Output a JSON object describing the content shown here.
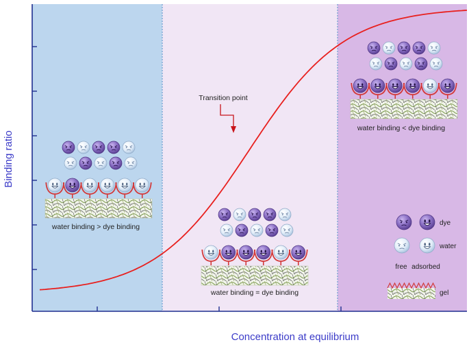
{
  "x_axis_title": "Concentration at equilibrium",
  "y_axis_title": "Binding ratio",
  "annotation": "Transition point",
  "zones": [
    {
      "caption": "water binding > dye binding",
      "color": "#bcd6ee",
      "dye_rows": [
        [
          1,
          0,
          1,
          1,
          0
        ],
        [
          0,
          1,
          0,
          1,
          0
        ]
      ],
      "surface": [
        0,
        1,
        0,
        0,
        0,
        0
      ]
    },
    {
      "caption": "water binding = dye binding",
      "color": "#f1e6f5",
      "dye_rows": [
        [
          1,
          0,
          1,
          1,
          0
        ],
        [
          0,
          1,
          0,
          1,
          0
        ]
      ],
      "surface": [
        0,
        1,
        1,
        1,
        0,
        1
      ]
    },
    {
      "caption": "water binding < dye binding",
      "color": "#d8b8e6",
      "dye_rows": [
        [
          1,
          0,
          1,
          1,
          0
        ],
        [
          0,
          1,
          0,
          1,
          0
        ]
      ],
      "surface": [
        1,
        1,
        1,
        1,
        0,
        1
      ]
    }
  ],
  "legend": {
    "dye": "dye",
    "water": "water",
    "free": "free",
    "adsorbed": "adsorbed",
    "gel": "gel"
  },
  "colors": {
    "curve": "#e8201e",
    "axis": "#1f2f8f",
    "divider": "#6f9fd0",
    "dye": "#8a6fc4",
    "water": "#e6f0fb",
    "adsorber_cup": "#d23a3a"
  },
  "curve": {
    "shape": "sigmoid",
    "start_level": 0.07,
    "end_level": 0.98,
    "midpoint": 0.49,
    "steepness": 9
  }
}
